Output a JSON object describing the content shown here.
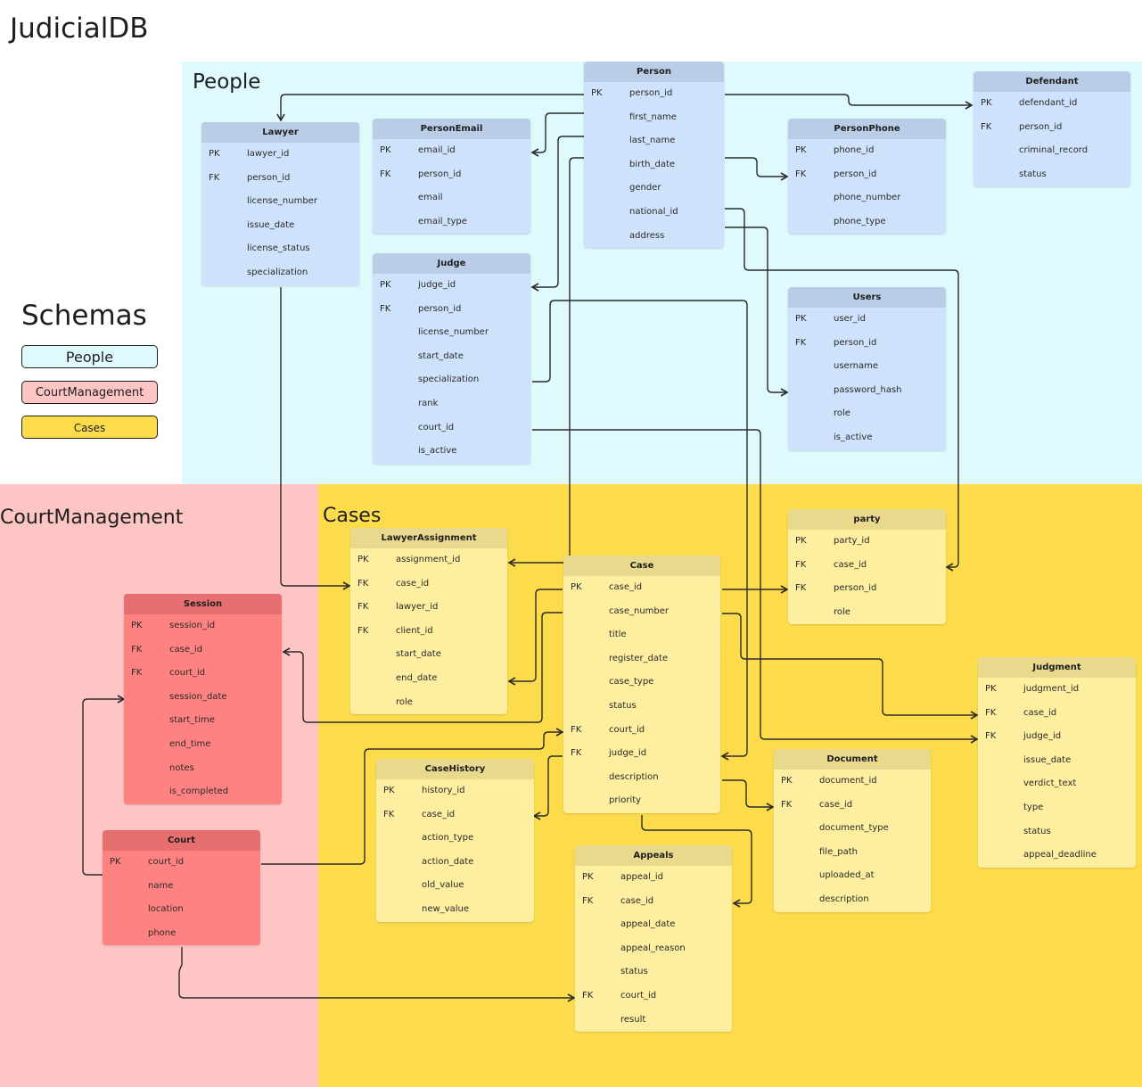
{
  "title": "JudicialDB",
  "schemas_heading": "Schemas",
  "legend": [
    {
      "label": "People",
      "color": "#defafd"
    },
    {
      "label": "CourtManagement",
      "color": "#fec5c5"
    },
    {
      "label": "Cases",
      "color": "#fddc4c"
    }
  ],
  "regions": {
    "people": "People",
    "court": "CourtManagement",
    "cases": "Cases"
  },
  "colors": {
    "people_bg": "#defafd",
    "court_bg": "#fec5c5",
    "cases_bg": "#fddc4c",
    "line": "#2b2b2b"
  },
  "tables": [
    {
      "id": "person",
      "name": "Person",
      "rows": [
        {
          "k": "PK",
          "f": "person_id"
        },
        {
          "k": "",
          "f": "first_name"
        },
        {
          "k": "",
          "f": "last_name"
        },
        {
          "k": "",
          "f": "birth_date"
        },
        {
          "k": "",
          "f": "gender"
        },
        {
          "k": "",
          "f": "national_id"
        },
        {
          "k": "",
          "f": "address"
        }
      ]
    },
    {
      "id": "defendant",
      "name": "Defendant",
      "rows": [
        {
          "k": "PK",
          "f": "defendant_id"
        },
        {
          "k": "FK",
          "f": "person_id"
        },
        {
          "k": "",
          "f": "criminal_record"
        },
        {
          "k": "",
          "f": "status"
        }
      ]
    },
    {
      "id": "lawyer",
      "name": "Lawyer",
      "rows": [
        {
          "k": "PK",
          "f": "lawyer_id"
        },
        {
          "k": "FK",
          "f": "person_id"
        },
        {
          "k": "",
          "f": "license_number"
        },
        {
          "k": "",
          "f": "issue_date"
        },
        {
          "k": "",
          "f": "license_status"
        },
        {
          "k": "",
          "f": "specialization"
        }
      ]
    },
    {
      "id": "personemail",
      "name": "PersonEmail",
      "rows": [
        {
          "k": "PK",
          "f": "email_id"
        },
        {
          "k": "FK",
          "f": "person_id"
        },
        {
          "k": "",
          "f": "email"
        },
        {
          "k": "",
          "f": "email_type"
        }
      ]
    },
    {
      "id": "personphone",
      "name": "PersonPhone",
      "rows": [
        {
          "k": "PK",
          "f": "phone_id"
        },
        {
          "k": "FK",
          "f": "person_id"
        },
        {
          "k": "",
          "f": "phone_number"
        },
        {
          "k": "",
          "f": "phone_type"
        }
      ]
    },
    {
      "id": "judge",
      "name": "Judge",
      "rows": [
        {
          "k": "PK",
          "f": "judge_id"
        },
        {
          "k": "FK",
          "f": "person_id"
        },
        {
          "k": "",
          "f": "license_number"
        },
        {
          "k": "",
          "f": "start_date"
        },
        {
          "k": "",
          "f": "specialization"
        },
        {
          "k": "",
          "f": "rank"
        },
        {
          "k": "",
          "f": "court_id"
        },
        {
          "k": "",
          "f": "is_active"
        }
      ]
    },
    {
      "id": "users",
      "name": "Users",
      "rows": [
        {
          "k": "PK",
          "f": "user_id"
        },
        {
          "k": "FK",
          "f": "person_id"
        },
        {
          "k": "",
          "f": "username"
        },
        {
          "k": "",
          "f": "password_hash"
        },
        {
          "k": "",
          "f": "role"
        },
        {
          "k": "",
          "f": "is_active"
        }
      ]
    },
    {
      "id": "party",
      "name": "party",
      "rows": [
        {
          "k": "PK",
          "f": "party_id"
        },
        {
          "k": "FK",
          "f": "case_id"
        },
        {
          "k": "FK",
          "f": "person_id"
        },
        {
          "k": "",
          "f": "role"
        }
      ]
    },
    {
      "id": "lawyerassignment",
      "name": "LawyerAssignment",
      "rows": [
        {
          "k": "PK",
          "f": "assignment_id"
        },
        {
          "k": "FK",
          "f": "case_id"
        },
        {
          "k": "FK",
          "f": "lawyer_id"
        },
        {
          "k": "FK",
          "f": "client_id"
        },
        {
          "k": "",
          "f": "start_date"
        },
        {
          "k": "",
          "f": "end_date"
        },
        {
          "k": "",
          "f": "role"
        }
      ]
    },
    {
      "id": "case",
      "name": "Case",
      "rows": [
        {
          "k": "PK",
          "f": "case_id"
        },
        {
          "k": "",
          "f": "case_number"
        },
        {
          "k": "",
          "f": "title"
        },
        {
          "k": "",
          "f": "register_date"
        },
        {
          "k": "",
          "f": "case_type"
        },
        {
          "k": "",
          "f": "status"
        },
        {
          "k": "FK",
          "f": "court_id"
        },
        {
          "k": "FK",
          "f": "judge_id"
        },
        {
          "k": "",
          "f": "description"
        },
        {
          "k": "",
          "f": "priority"
        }
      ]
    },
    {
      "id": "judgment",
      "name": "Judgment",
      "rows": [
        {
          "k": "PK",
          "f": "judgment_id"
        },
        {
          "k": "FK",
          "f": "case_id"
        },
        {
          "k": "FK",
          "f": "judge_id"
        },
        {
          "k": "",
          "f": "issue_date"
        },
        {
          "k": "",
          "f": "verdict_text"
        },
        {
          "k": "",
          "f": "type"
        },
        {
          "k": "",
          "f": "status"
        },
        {
          "k": "",
          "f": "appeal_deadline"
        }
      ]
    },
    {
      "id": "session",
      "name": "Session",
      "rows": [
        {
          "k": "PK",
          "f": "session_id"
        },
        {
          "k": "FK",
          "f": "case_id"
        },
        {
          "k": "FK",
          "f": "court_id"
        },
        {
          "k": "",
          "f": "session_date"
        },
        {
          "k": "",
          "f": "start_time"
        },
        {
          "k": "",
          "f": "end_time"
        },
        {
          "k": "",
          "f": "notes"
        },
        {
          "k": "",
          "f": "is_completed"
        }
      ]
    },
    {
      "id": "casehistory",
      "name": "CaseHistory",
      "rows": [
        {
          "k": "PK",
          "f": "history_id"
        },
        {
          "k": "FK",
          "f": "case_id"
        },
        {
          "k": "",
          "f": "action_type"
        },
        {
          "k": "",
          "f": "action_date"
        },
        {
          "k": "",
          "f": "old_value"
        },
        {
          "k": "",
          "f": "new_value"
        }
      ]
    },
    {
      "id": "document",
      "name": "Document",
      "rows": [
        {
          "k": "PK",
          "f": "document_id"
        },
        {
          "k": "FK",
          "f": "case_id"
        },
        {
          "k": "",
          "f": "document_type"
        },
        {
          "k": "",
          "f": "file_path"
        },
        {
          "k": "",
          "f": "uploaded_at"
        },
        {
          "k": "",
          "f": "description"
        }
      ]
    },
    {
      "id": "court",
      "name": "Court",
      "rows": [
        {
          "k": "PK",
          "f": "court_id"
        },
        {
          "k": "",
          "f": "name"
        },
        {
          "k": "",
          "f": "location"
        },
        {
          "k": "",
          "f": "phone"
        }
      ]
    },
    {
      "id": "appeals",
      "name": "Appeals",
      "rows": [
        {
          "k": "PK",
          "f": "appeal_id"
        },
        {
          "k": "FK",
          "f": "case_id"
        },
        {
          "k": "",
          "f": "appeal_date"
        },
        {
          "k": "",
          "f": "appeal_reason"
        },
        {
          "k": "",
          "f": "status"
        },
        {
          "k": "FK",
          "f": "court_id"
        },
        {
          "k": "",
          "f": "result"
        }
      ]
    }
  ]
}
